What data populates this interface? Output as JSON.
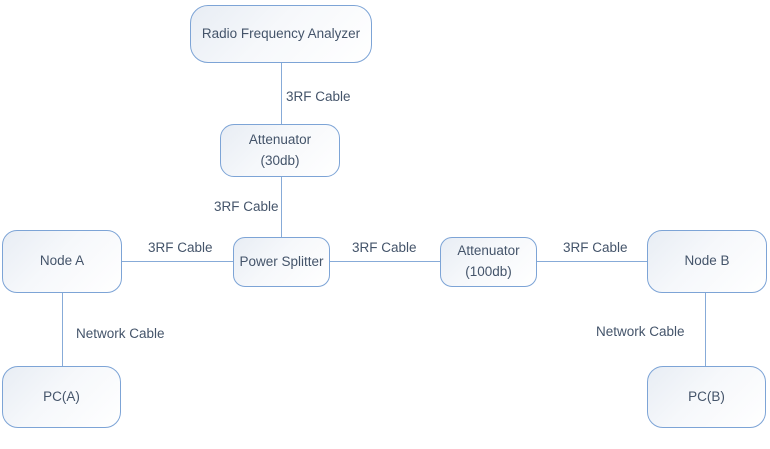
{
  "diagram": {
    "type": "network-topology",
    "nodes": [
      {
        "id": "rf-analyzer",
        "label": "Radio Frequency Analyzer"
      },
      {
        "id": "attenuator-30db",
        "label": "Attenuator\n(30db)"
      },
      {
        "id": "node-a",
        "label": "Node A"
      },
      {
        "id": "power-splitter",
        "label": "Power Splitter"
      },
      {
        "id": "attenuator-100db",
        "label": "Attenuator\n(100db)"
      },
      {
        "id": "node-b",
        "label": "Node B"
      },
      {
        "id": "pc-a",
        "label": "PC(A)"
      },
      {
        "id": "pc-b",
        "label": "PC(B)"
      }
    ],
    "edges": [
      {
        "id": "rfa-to-att30",
        "label": "3RF Cable"
      },
      {
        "id": "att30-to-splitter",
        "label": "3RF Cable"
      },
      {
        "id": "nodea-to-splitter",
        "label": "3RF Cable"
      },
      {
        "id": "splitter-to-att100",
        "label": "3RF Cable"
      },
      {
        "id": "att100-to-nodeb",
        "label": "3RF Cable"
      },
      {
        "id": "nodea-to-pca",
        "label": "Network Cable"
      },
      {
        "id": "nodeb-to-pcb",
        "label": "Network Cable"
      }
    ],
    "colors": {
      "node_border": "#7da4d6",
      "node_fill_start": "#e8edf4",
      "node_fill_end": "#ffffff",
      "line": "#87abd8",
      "text": "#44546a",
      "background": "#ffffff"
    }
  }
}
